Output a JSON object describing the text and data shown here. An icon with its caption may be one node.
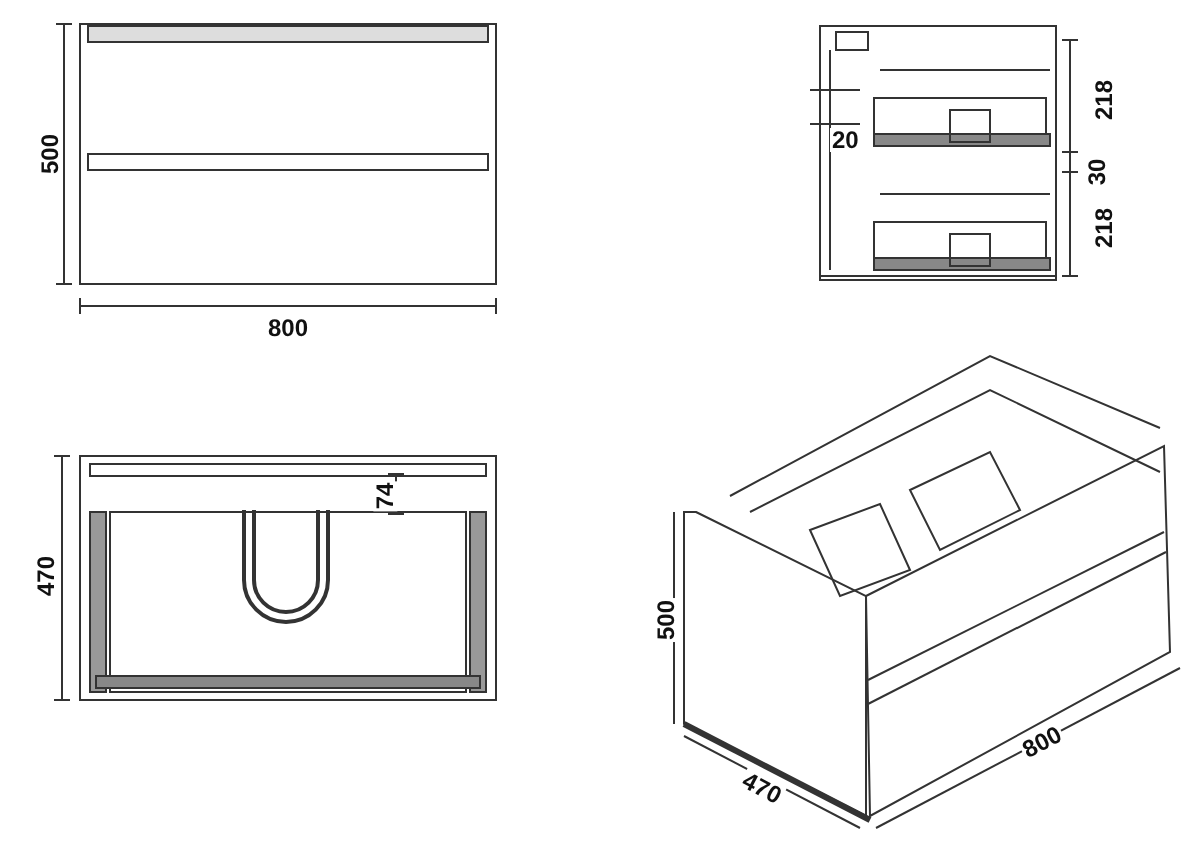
{
  "diagram": {
    "labels": [
      "500",
      "800",
      "218",
      "20",
      "30",
      "218",
      "470",
      "74",
      "500",
      "470",
      "800"
    ]
  }
}
